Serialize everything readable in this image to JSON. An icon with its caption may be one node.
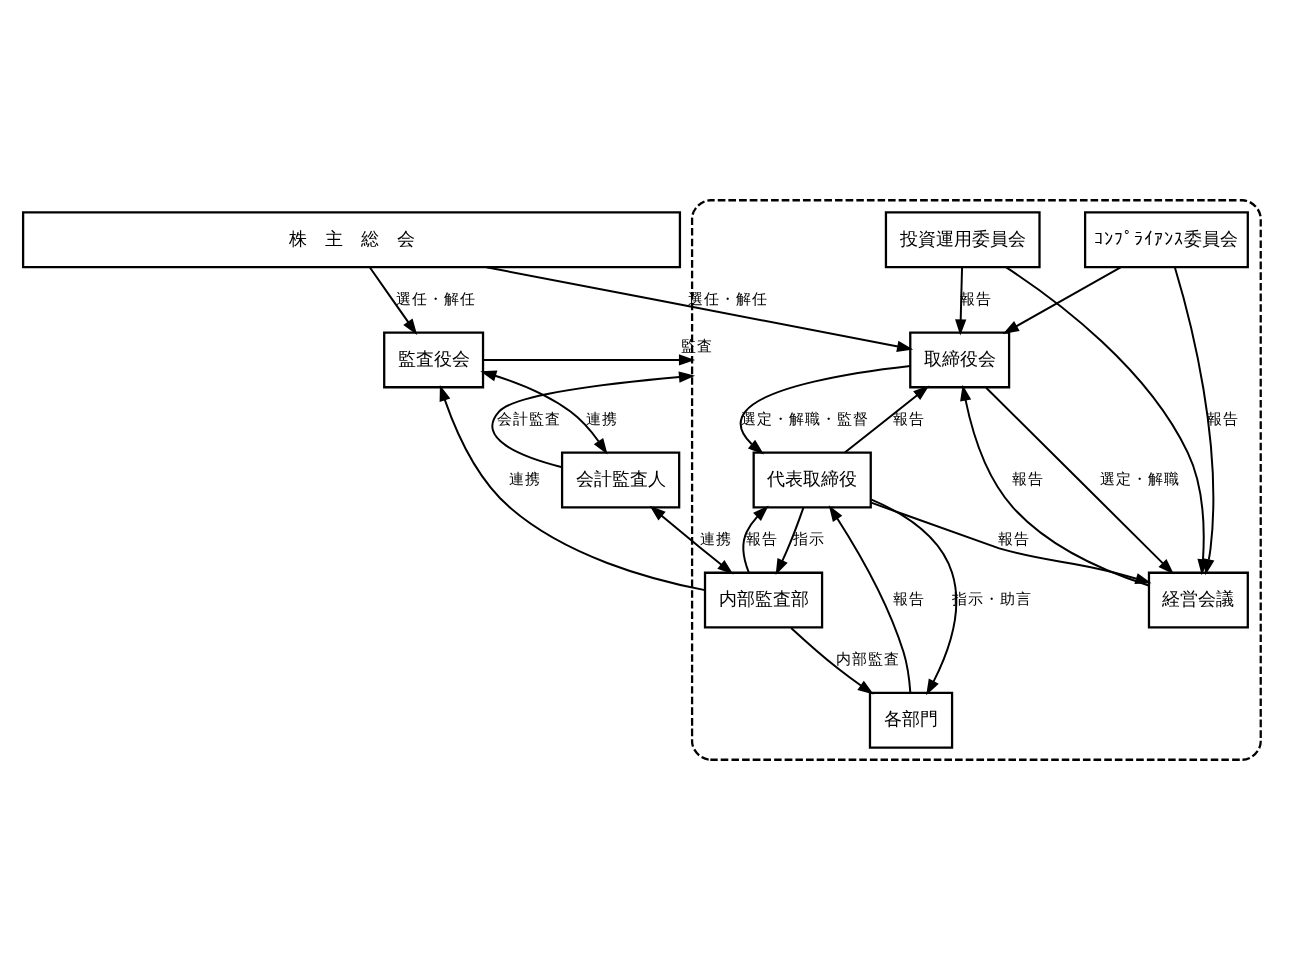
{
  "diagram": {
    "nodes": [
      {
        "text": [
          "株　主　総　会"
        ]
      },
      {
        "text": [],
        "shape": "box"
      },
      {
        "text": [
          "取締役会"
        ],
        "in": 1
      },
      {
        "text": [
          "投資運用委員会"
        ],
        "in": 1
      },
      {
        "text": [
          "ｺﾝﾌﾟﾗｲｱﾝｽ委員会"
        ],
        "in": 1
      },
      {
        "text": [
          "経営会議"
        ],
        "in": 1
      },
      {
        "text": [
          "代表取締役"
        ],
        "in": 1
      },
      {
        "text": [
          "内部監査部"
        ],
        "in": 1
      },
      {
        "text": [
          "各部門"
        ],
        "in": 1
      },
      {
        "text": [
          "監査役会"
        ]
      },
      {
        "text": [
          "会計監査人"
        ]
      }
    ],
    "edges": [
      {
        "from": 0,
        "to": 2,
        "arrow": "to",
        "label": "選任・解任"
      },
      {
        "from": 0,
        "to": 9,
        "arrow": "to",
        "label": "選任・解任"
      },
      {
        "from": 2,
        "to": 5,
        "arrow": "to",
        "label": "選定・解職"
      },
      {
        "from": 5,
        "to": 2,
        "arrow": "to",
        "label": "報告"
      },
      {
        "from": 3,
        "to": 2,
        "arrow": "to",
        "label": "報告"
      },
      {
        "from": 4,
        "to": 2,
        "arrow": "to"
      },
      {
        "from": 3,
        "to": 5,
        "arrow": "to"
      },
      {
        "from": 4,
        "to": 5,
        "arrow": "to",
        "label": "報告"
      },
      {
        "from": 2,
        "to": 6,
        "arrow": "to",
        "label": "選定・解職・監督"
      },
      {
        "from": 6,
        "to": 2,
        "arrow": "to",
        "label": "報告"
      },
      {
        "from": 6,
        "to": 5,
        "arrow": "to",
        "label": "報告"
      },
      {
        "from": 6,
        "to": 7,
        "arrow": "to",
        "label": "指示"
      },
      {
        "from": 7,
        "to": 6,
        "arrow": "to",
        "label": "報告"
      },
      {
        "from": 6,
        "to": 8,
        "arrow": "to",
        "label": "指示・助言"
      },
      {
        "from": 8,
        "to": 6,
        "arrow": "to",
        "label": "報告"
      },
      {
        "from": 7,
        "to": 8,
        "arrow": "to",
        "label": "内部監査"
      },
      {
        "from": 7,
        "to": 9,
        "arrow": "to",
        "label": "連携"
      },
      {
        "from": 9,
        "to": 1,
        "arrow": "to",
        "label": "監査"
      },
      {
        "from": 10,
        "to": 1,
        "arrow": "to",
        "label": "会計監査"
      },
      {
        "from": 9,
        "to": 10,
        "arrow": "both",
        "label": "連携"
      },
      {
        "from": 10,
        "to": 7,
        "arrow": "both",
        "label": "連携"
      }
    ]
  }
}
